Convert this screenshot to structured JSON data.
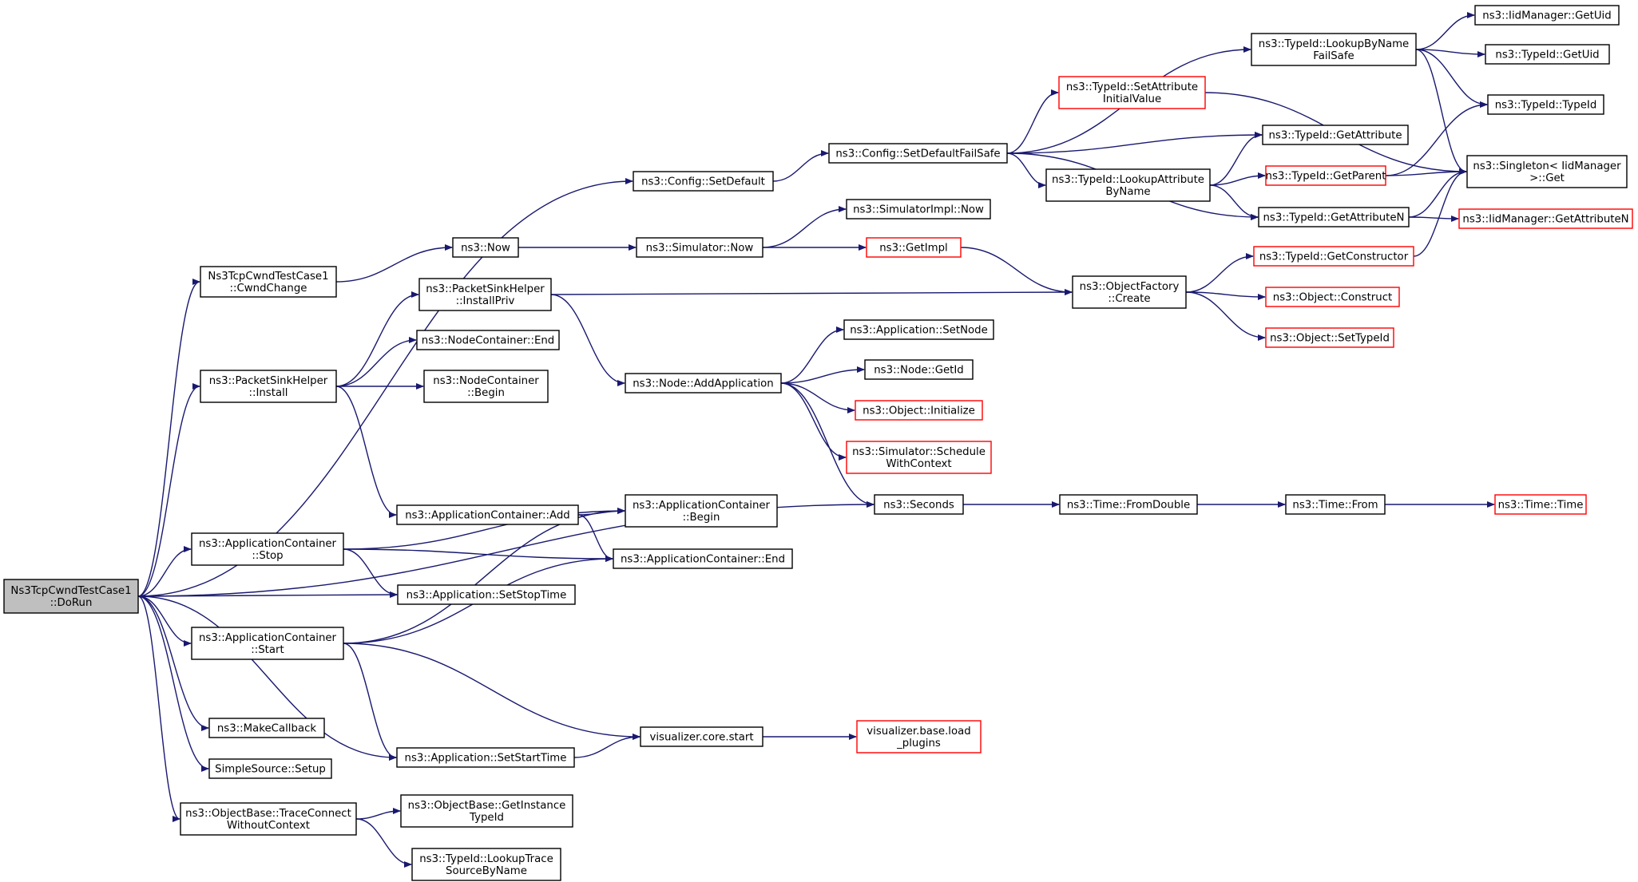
{
  "colors": {
    "edge": "#191970",
    "node_border": "#000000",
    "external_border": "#ff0000",
    "root_fill": "#bfbfbf",
    "node_fill": "#ffffff",
    "text": "#000000"
  },
  "nodes": [
    {
      "id": "dorun",
      "lines": [
        "Ns3TcpCwndTestCase1",
        "::DoRun"
      ],
      "style": "root"
    },
    {
      "id": "cwnd_change",
      "lines": [
        "Ns3TcpCwndTestCase1",
        "::CwndChange"
      ],
      "style": "normal"
    },
    {
      "id": "config_setdefault",
      "lines": [
        "ns3::Config::SetDefault"
      ],
      "style": "normal"
    },
    {
      "id": "psh_install",
      "lines": [
        "ns3::PacketSinkHelper",
        "::Install"
      ],
      "style": "normal"
    },
    {
      "id": "ac_stop",
      "lines": [
        "ns3::ApplicationContainer",
        "::Stop"
      ],
      "style": "normal"
    },
    {
      "id": "ac_start",
      "lines": [
        "ns3::ApplicationContainer",
        "::Start"
      ],
      "style": "normal"
    },
    {
      "id": "make_callback",
      "lines": [
        "ns3::MakeCallback"
      ],
      "style": "normal"
    },
    {
      "id": "simplesource_setup",
      "lines": [
        "SimpleSource::Setup"
      ],
      "style": "normal"
    },
    {
      "id": "trace_connect",
      "lines": [
        "ns3::ObjectBase::TraceConnect",
        "WithoutContext"
      ],
      "style": "normal"
    },
    {
      "id": "ns3_now",
      "lines": [
        "ns3::Now"
      ],
      "style": "normal"
    },
    {
      "id": "psh_installpriv",
      "lines": [
        "ns3::PacketSinkHelper",
        "::InstallPriv"
      ],
      "style": "normal"
    },
    {
      "id": "nc_end",
      "lines": [
        "ns3::NodeContainer::End"
      ],
      "style": "normal"
    },
    {
      "id": "nc_begin",
      "lines": [
        "ns3::NodeContainer",
        "::Begin"
      ],
      "style": "normal"
    },
    {
      "id": "ac_add",
      "lines": [
        "ns3::ApplicationContainer::Add"
      ],
      "style": "normal"
    },
    {
      "id": "app_setstoptime",
      "lines": [
        "ns3::Application::SetStopTime"
      ],
      "style": "normal"
    },
    {
      "id": "app_setstarttime",
      "lines": [
        "ns3::Application::SetStartTime"
      ],
      "style": "normal"
    },
    {
      "id": "ob_getinstancetypeid",
      "lines": [
        "ns3::ObjectBase::GetInstance",
        "TypeId"
      ],
      "style": "normal"
    },
    {
      "id": "tid_lookuptrace",
      "lines": [
        "ns3::TypeId::LookupTrace",
        "SourceByName"
      ],
      "style": "normal"
    },
    {
      "id": "ac_begin",
      "lines": [
        "ns3::ApplicationContainer",
        "::Begin"
      ],
      "style": "normal"
    },
    {
      "id": "ac_end",
      "lines": [
        "ns3::ApplicationContainer::End"
      ],
      "style": "normal"
    },
    {
      "id": "sim_now",
      "lines": [
        "ns3::Simulator::Now"
      ],
      "style": "normal"
    },
    {
      "id": "node_addapp",
      "lines": [
        "ns3::Node::AddApplication"
      ],
      "style": "normal"
    },
    {
      "id": "viz_core_start",
      "lines": [
        "visualizer.core.start"
      ],
      "style": "normal"
    },
    {
      "id": "config_setdefaultfailsafe",
      "lines": [
        "ns3::Config::SetDefaultFailSafe"
      ],
      "style": "normal"
    },
    {
      "id": "simimpl_now",
      "lines": [
        "ns3::SimulatorImpl::Now"
      ],
      "style": "normal"
    },
    {
      "id": "getimpl",
      "lines": [
        "ns3::GetImpl"
      ],
      "style": "external"
    },
    {
      "id": "app_setnode",
      "lines": [
        "ns3::Application::SetNode"
      ],
      "style": "normal"
    },
    {
      "id": "node_getid",
      "lines": [
        "ns3::Node::GetId"
      ],
      "style": "normal"
    },
    {
      "id": "obj_initialize",
      "lines": [
        "ns3::Object::Initialize"
      ],
      "style": "external"
    },
    {
      "id": "sim_schedulewithcontext",
      "lines": [
        "ns3::Simulator::Schedule",
        "WithContext"
      ],
      "style": "external"
    },
    {
      "id": "seconds",
      "lines": [
        "ns3::Seconds"
      ],
      "style": "normal"
    },
    {
      "id": "viz_base_load",
      "lines": [
        "visualizer.base.load",
        "_plugins"
      ],
      "style": "external"
    },
    {
      "id": "tid_setattrinit",
      "lines": [
        "ns3::TypeId::SetAttribute",
        "InitialValue"
      ],
      "style": "external"
    },
    {
      "id": "tid_lookupattrbyname",
      "lines": [
        "ns3::TypeId::LookupAttribute",
        "ByName"
      ],
      "style": "normal"
    },
    {
      "id": "objfactory_create",
      "lines": [
        "ns3::ObjectFactory",
        "::Create"
      ],
      "style": "normal"
    },
    {
      "id": "time_fromdouble",
      "lines": [
        "ns3::Time::FromDouble"
      ],
      "style": "normal"
    },
    {
      "id": "tid_lookupbynamefailsafe",
      "lines": [
        "ns3::TypeId::LookupByName",
        "FailSafe"
      ],
      "style": "normal"
    },
    {
      "id": "tid_getattribute",
      "lines": [
        "ns3::TypeId::GetAttribute"
      ],
      "style": "normal"
    },
    {
      "id": "tid_getparent",
      "lines": [
        "ns3::TypeId::GetParent"
      ],
      "style": "external"
    },
    {
      "id": "tid_getattributen",
      "lines": [
        "ns3::TypeId::GetAttributeN"
      ],
      "style": "normal"
    },
    {
      "id": "tid_getconstructor",
      "lines": [
        "ns3::TypeId::GetConstructor"
      ],
      "style": "external"
    },
    {
      "id": "obj_construct",
      "lines": [
        "ns3::Object::Construct"
      ],
      "style": "external"
    },
    {
      "id": "obj_settypeid",
      "lines": [
        "ns3::Object::SetTypeId"
      ],
      "style": "external"
    },
    {
      "id": "time_from",
      "lines": [
        "ns3::Time::From"
      ],
      "style": "normal"
    },
    {
      "id": "iidm_getuid",
      "lines": [
        "ns3::IidManager::GetUid"
      ],
      "style": "normal"
    },
    {
      "id": "tid_getuid",
      "lines": [
        "ns3::TypeId::GetUid"
      ],
      "style": "normal"
    },
    {
      "id": "tid_typeid",
      "lines": [
        "ns3::TypeId::TypeId"
      ],
      "style": "normal"
    },
    {
      "id": "singleton_get",
      "lines": [
        "ns3::Singleton< IidManager",
        " >::Get"
      ],
      "style": "normal"
    },
    {
      "id": "iidm_getattributen",
      "lines": [
        "ns3::IidManager::GetAttributeN"
      ],
      "style": "external"
    },
    {
      "id": "time_time",
      "lines": [
        "ns3::Time::Time"
      ],
      "style": "external"
    }
  ],
  "edges": [
    [
      "dorun",
      "config_setdefault"
    ],
    [
      "dorun",
      "cwnd_change"
    ],
    [
      "dorun",
      "psh_install"
    ],
    [
      "dorun",
      "seconds"
    ],
    [
      "dorun",
      "ac_stop"
    ],
    [
      "dorun",
      "app_setstoptime"
    ],
    [
      "dorun",
      "ac_start"
    ],
    [
      "dorun",
      "app_setstarttime"
    ],
    [
      "dorun",
      "make_callback"
    ],
    [
      "dorun",
      "simplesource_setup"
    ],
    [
      "dorun",
      "trace_connect"
    ],
    [
      "config_setdefault",
      "config_setdefaultfailsafe"
    ],
    [
      "cwnd_change",
      "ns3_now"
    ],
    [
      "ns3_now",
      "sim_now"
    ],
    [
      "sim_now",
      "simimpl_now"
    ],
    [
      "sim_now",
      "getimpl"
    ],
    [
      "getimpl",
      "objfactory_create"
    ],
    [
      "psh_install",
      "psh_installpriv"
    ],
    [
      "psh_install",
      "nc_end"
    ],
    [
      "psh_install",
      "nc_begin"
    ],
    [
      "psh_install",
      "ac_add"
    ],
    [
      "psh_installpriv",
      "objfactory_create"
    ],
    [
      "psh_installpriv",
      "node_addapp"
    ],
    [
      "node_addapp",
      "app_setnode"
    ],
    [
      "node_addapp",
      "node_getid"
    ],
    [
      "node_addapp",
      "obj_initialize"
    ],
    [
      "node_addapp",
      "sim_schedulewithcontext"
    ],
    [
      "node_addapp",
      "seconds"
    ],
    [
      "ac_add",
      "ac_begin"
    ],
    [
      "ac_add",
      "ac_end"
    ],
    [
      "ac_stop",
      "ac_begin"
    ],
    [
      "ac_stop",
      "ac_end"
    ],
    [
      "ac_stop",
      "app_setstoptime"
    ],
    [
      "ac_start",
      "ac_begin"
    ],
    [
      "ac_start",
      "ac_end"
    ],
    [
      "ac_start",
      "app_setstarttime"
    ],
    [
      "ac_start",
      "viz_core_start"
    ],
    [
      "app_setstarttime",
      "viz_core_start"
    ],
    [
      "viz_core_start",
      "viz_base_load"
    ],
    [
      "trace_connect",
      "ob_getinstancetypeid"
    ],
    [
      "trace_connect",
      "tid_lookuptrace"
    ],
    [
      "seconds",
      "time_fromdouble"
    ],
    [
      "time_fromdouble",
      "time_from"
    ],
    [
      "time_from",
      "time_time"
    ],
    [
      "config_setdefaultfailsafe",
      "tid_lookupbynamefailsafe"
    ],
    [
      "config_setdefaultfailsafe",
      "tid_setattrinit"
    ],
    [
      "config_setdefaultfailsafe",
      "tid_getattribute"
    ],
    [
      "config_setdefaultfailsafe",
      "tid_lookupattrbyname"
    ],
    [
      "config_setdefaultfailsafe",
      "tid_getattributen"
    ],
    [
      "tid_lookupbynamefailsafe",
      "iidm_getuid"
    ],
    [
      "tid_lookupbynamefailsafe",
      "tid_getuid"
    ],
    [
      "tid_lookupbynamefailsafe",
      "tid_typeid"
    ],
    [
      "tid_lookupbynamefailsafe",
      "singleton_get"
    ],
    [
      "tid_setattrinit",
      "singleton_get"
    ],
    [
      "tid_lookupattrbyname",
      "tid_getattribute"
    ],
    [
      "tid_lookupattrbyname",
      "tid_getparent"
    ],
    [
      "tid_lookupattrbyname",
      "tid_getattributen"
    ],
    [
      "tid_getparent",
      "tid_typeid"
    ],
    [
      "tid_getparent",
      "singleton_get"
    ],
    [
      "tid_getattributen",
      "singleton_get"
    ],
    [
      "tid_getattributen",
      "iidm_getattributen"
    ],
    [
      "objfactory_create",
      "tid_getconstructor"
    ],
    [
      "objfactory_create",
      "obj_construct"
    ],
    [
      "objfactory_create",
      "obj_settypeid"
    ],
    [
      "tid_getconstructor",
      "singleton_get"
    ]
  ]
}
